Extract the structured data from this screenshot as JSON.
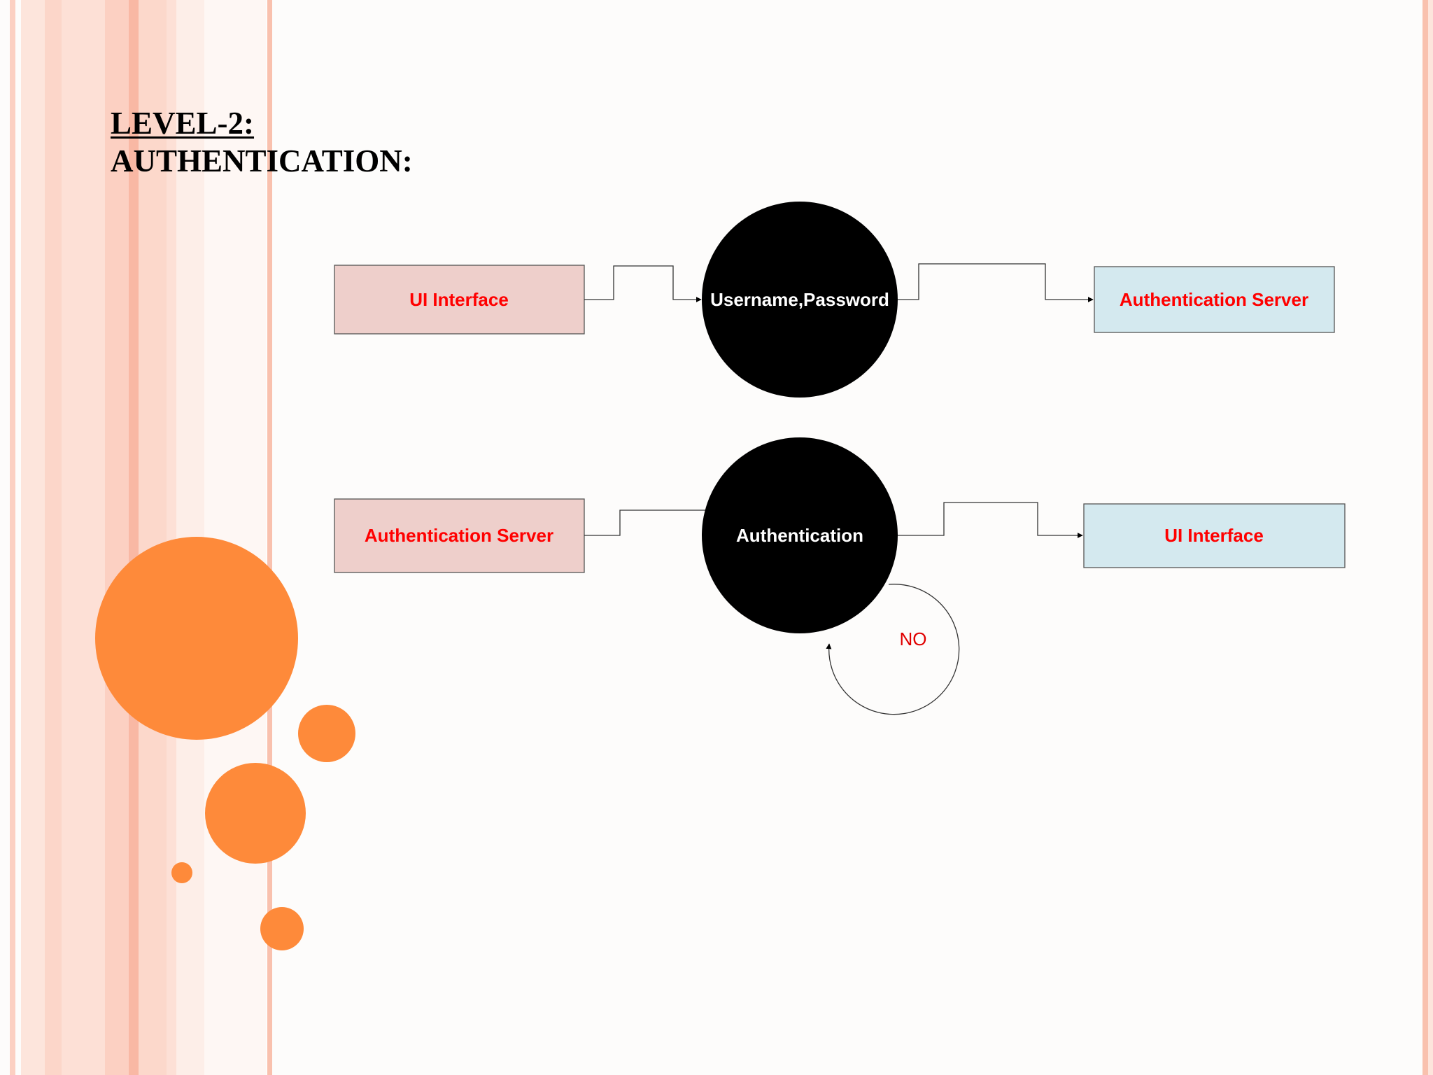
{
  "title": {
    "line1": "LEVEL-2:",
    "line2": "AUTHENTICATION:"
  },
  "colors": {
    "stripe_pink": "#fcd0c2",
    "stripe_light": "#fde5dc",
    "stripe_strong": "#f9b8a4",
    "bubble_orange": "#fe8a3a",
    "entity_left_fill": "#eecfcb",
    "entity_right_fill": "#d4e9ef",
    "entity_text": "#ff0000",
    "process_fill": "#000000",
    "process_text": "#ffffff",
    "loop_label": "#e00000"
  },
  "diagram": {
    "row1": {
      "source": "UI Interface",
      "process": "Username,Password",
      "target": "Authentication Server"
    },
    "row2": {
      "source": "Authentication Server",
      "process": "Authentication",
      "target": "UI Interface",
      "loop_label": "NO"
    }
  }
}
